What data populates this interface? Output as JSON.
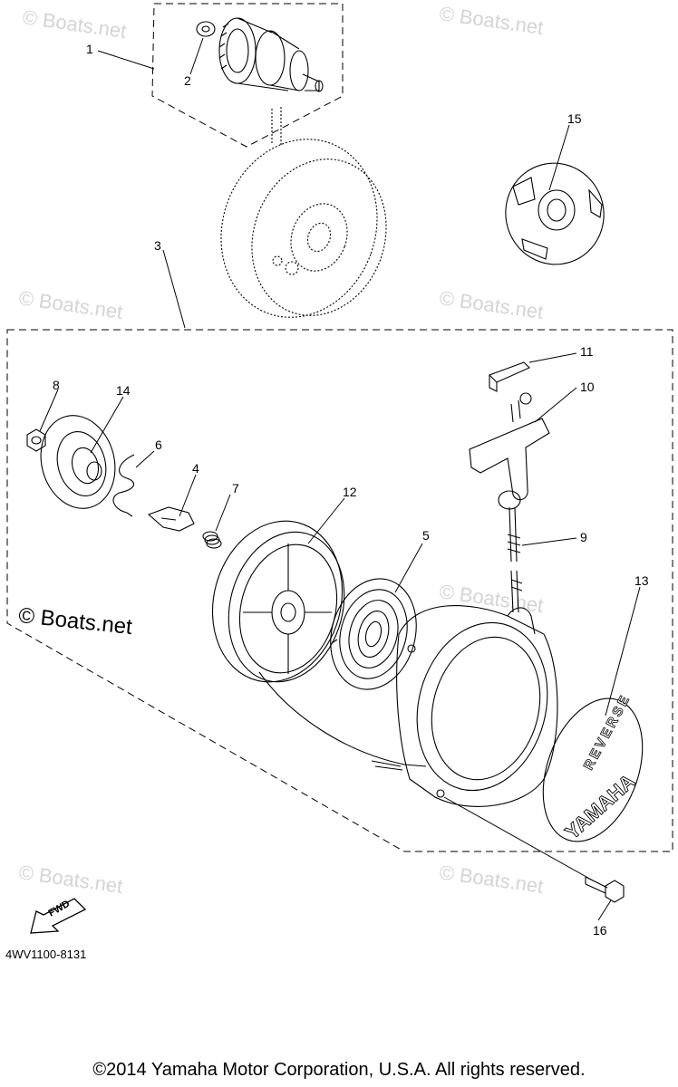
{
  "watermark": "© Boats.net",
  "main_watermark": "© Boats.net",
  "callouts": {
    "p1": "1",
    "p2": "2",
    "p3": "3",
    "p4": "4",
    "p5": "5",
    "p6": "6",
    "p7": "7",
    "p8": "8",
    "p9": "9",
    "p10": "10",
    "p11": "11",
    "p12": "12",
    "p13": "13",
    "p14": "14",
    "p15": "15",
    "p16": "16"
  },
  "cover_text": {
    "reverse": "REVERSE",
    "brand": "YAMAHA"
  },
  "fwd_label": "FWD",
  "diagram_code": "4WV1100-8131",
  "copyright": "©2014 Yamaha Motor Corporation, U.S.A. All rights reserved."
}
